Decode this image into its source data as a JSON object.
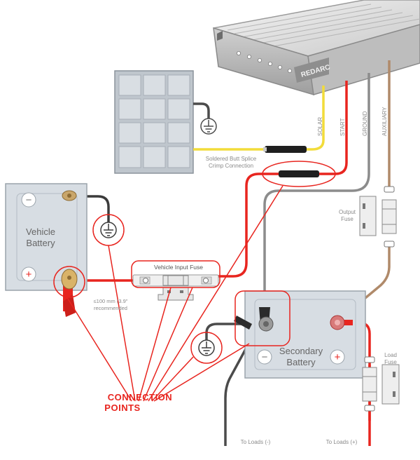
{
  "device": {
    "brand": "REDARC"
  },
  "wire_labels": {
    "solar": "SOLAR",
    "start": "START",
    "ground": "GROUND",
    "auxiliary": "AUXILIARY"
  },
  "splice": {
    "line1": "Soldered Butt Splice",
    "line2": "Crimp Connection"
  },
  "vehicle_battery": {
    "line1": "Vehicle",
    "line2": "Battery",
    "minus": "−",
    "plus": "+"
  },
  "secondary_battery": {
    "line1": "Secondary",
    "line2": "Battery",
    "minus": "−",
    "plus": "+"
  },
  "fuses": {
    "vehicle_input": "Vehicle Input Fuse",
    "output_line1": "Output",
    "output_line2": "Fuse",
    "load_line1": "Load",
    "load_line2": "Fuse"
  },
  "distance_note": {
    "line1": "≤100 mm (3.9\"",
    "line2": "recommended"
  },
  "loads": {
    "negative": "To Loads (-)",
    "positive": "To Loads (+)"
  },
  "callout": {
    "line1": "CONNECTION",
    "line2": "POINTS"
  },
  "colors": {
    "red": "#e8251f",
    "yellow": "#f2dc3a",
    "grey_wire": "#8c8c8c",
    "brown_wire": "#b08a6a",
    "panel_blue": "#d7dde3"
  }
}
